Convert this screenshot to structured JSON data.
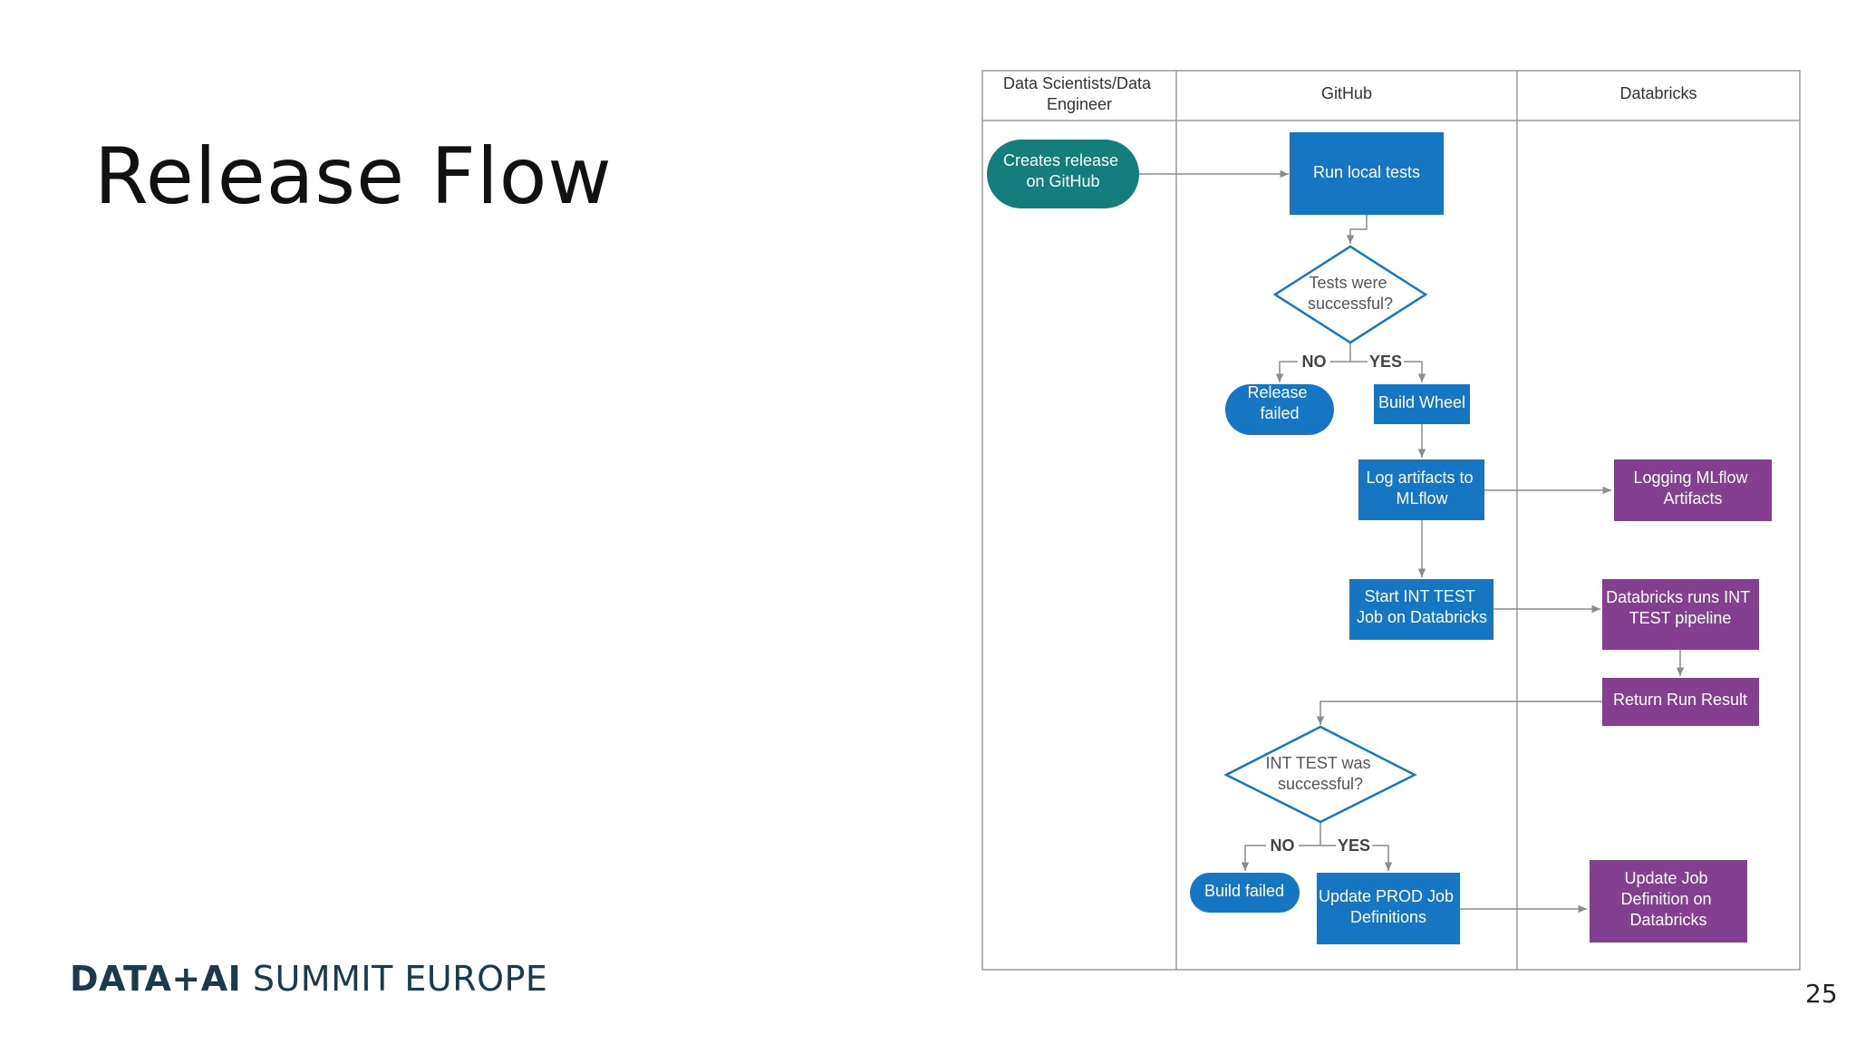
{
  "slide": {
    "title": "Release Flow",
    "brand_bold": "DATA+AI",
    "brand_rest": " SUMMIT EUROPE",
    "page_number": "25"
  },
  "diagram": {
    "lanes": [
      {
        "label": [
          "Data Scientists/Data",
          "Engineer"
        ]
      },
      {
        "label": [
          "GitHub"
        ]
      },
      {
        "label": [
          "Databricks"
        ]
      }
    ],
    "nodes": {
      "creates_release": {
        "lines": [
          "Creates release",
          "on GitHub"
        ]
      },
      "run_local_tests": {
        "lines": [
          "Run local tests"
        ]
      },
      "tests_successful": {
        "lines": [
          "Tests were",
          "successful?"
        ]
      },
      "release_failed": {
        "lines": [
          "Release",
          "failed"
        ]
      },
      "build_wheel": {
        "lines": [
          "Build Wheel"
        ]
      },
      "log_artifacts": {
        "lines": [
          "Log artifacts to",
          "MLflow"
        ]
      },
      "logging_mlflow": {
        "lines": [
          "Logging MLflow",
          "Artifacts"
        ]
      },
      "start_int_test": {
        "lines": [
          "Start INT TEST",
          "Job on Databricks"
        ]
      },
      "databricks_runs": {
        "lines": [
          "Databricks runs INT",
          "TEST pipeline"
        ]
      },
      "return_run_result": {
        "lines": [
          "Return Run Result"
        ]
      },
      "int_test_successful": {
        "lines": [
          "INT TEST was",
          "successful?"
        ]
      },
      "build_failed": {
        "lines": [
          "Build failed"
        ]
      },
      "update_prod_job": {
        "lines": [
          "Update PROD Job",
          "Definitions"
        ]
      },
      "update_job_def": {
        "lines": [
          "Update Job",
          "Definition on",
          "Databricks"
        ]
      }
    },
    "branch_labels": {
      "no": "NO",
      "yes": "YES"
    },
    "colors": {
      "teal": "#137e7b",
      "blue": "#1577c3",
      "purple": "#843f90",
      "diamond_stroke": "#1577c3",
      "lane_border": "#9b9b9b",
      "connector": "#8c8c8c"
    }
  }
}
